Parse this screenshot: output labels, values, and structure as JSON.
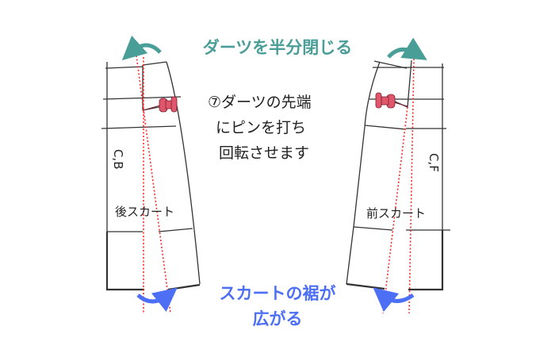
{
  "title": "ダーツを半分閉じる",
  "instruction": [
    "⑦ダーツの先端",
    "にピンを打ち",
    "回転させます"
  ],
  "back_piece": {
    "center_label": "C,B",
    "name": "後スカート"
  },
  "front_piece": {
    "center_label": "C,F",
    "name": "前スカート"
  },
  "result": [
    "スカートの裾が",
    "広がる"
  ],
  "colors": {
    "title": "#4a9e98",
    "result": "#4d6ff5",
    "guide": "#ff2a2a",
    "pin": "#e0566a",
    "line": "#222222"
  },
  "icons": [
    "rotate-arrow-icon",
    "pushpin-icon"
  ]
}
